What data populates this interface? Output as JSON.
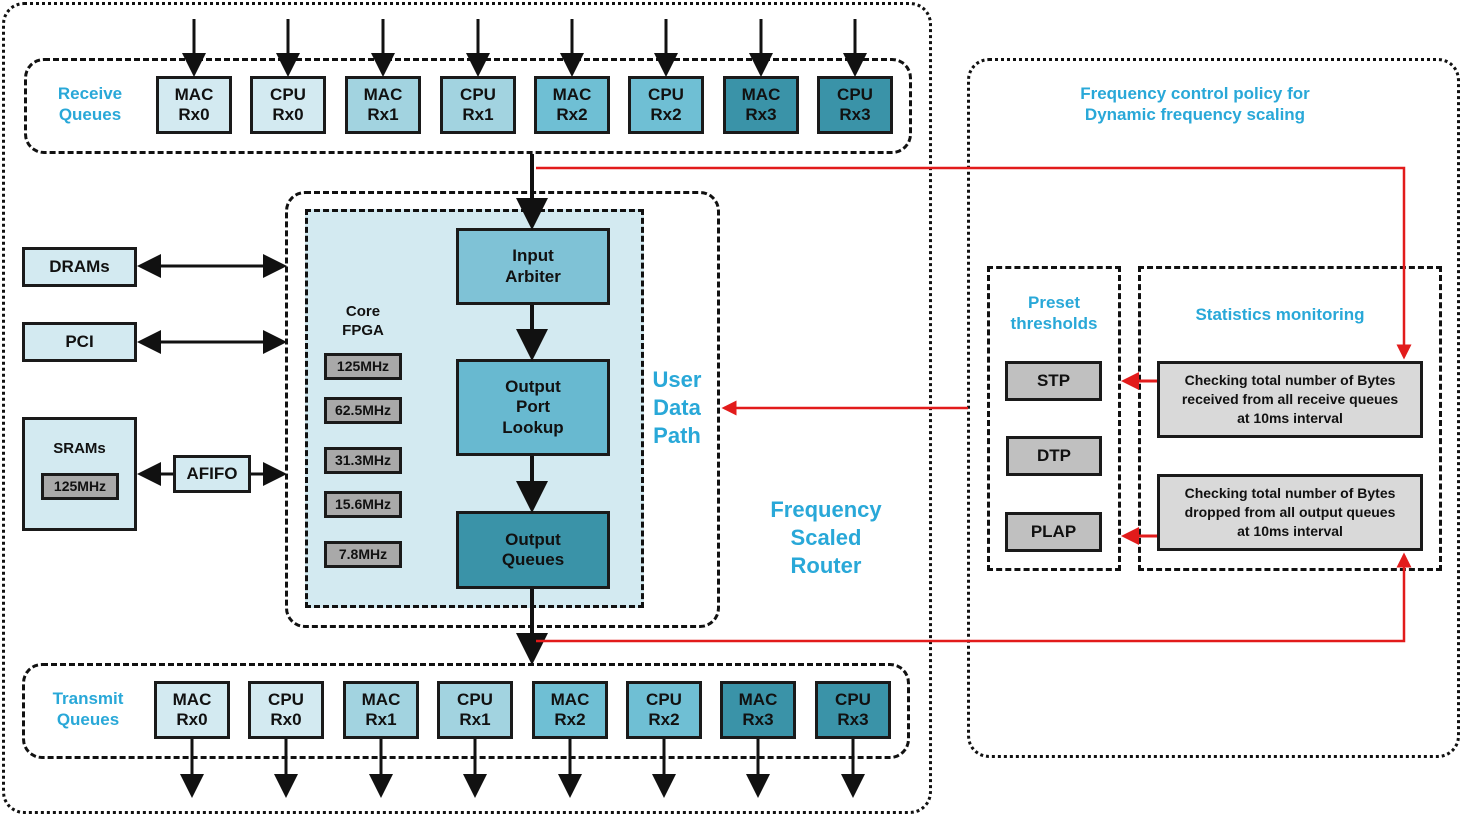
{
  "diagram_title": "Frequency Scaled Router",
  "colors": {
    "accent_label": "#29a8d8",
    "queue_shade_0": "#d3eaf1",
    "queue_shade_1": "#a2d3e0",
    "queue_shade_2": "#6fbfd4",
    "queue_shade_3": "#3a93a8",
    "core_fpga_fill": "#d3eaf1",
    "control_arrow": "#e21b1b",
    "threshold_fill": "#c0c0c0",
    "stat_fill": "#d9d9d9",
    "freq_fill": "#a9a9a9"
  },
  "receive_queues": {
    "label_line1": "Receive",
    "label_line2": "Queues",
    "items": [
      {
        "line1": "MAC",
        "line2": "Rx0"
      },
      {
        "line1": "CPU",
        "line2": "Rx0"
      },
      {
        "line1": "MAC",
        "line2": "Rx1"
      },
      {
        "line1": "CPU",
        "line2": "Rx1"
      },
      {
        "line1": "MAC",
        "line2": "Rx2"
      },
      {
        "line1": "CPU",
        "line2": "Rx2"
      },
      {
        "line1": "MAC",
        "line2": "Rx3"
      },
      {
        "line1": "CPU",
        "line2": "Rx3"
      }
    ]
  },
  "transmit_queues": {
    "label_line1": "Transmit",
    "label_line2": "Queues",
    "items": [
      {
        "line1": "MAC",
        "line2": "Rx0"
      },
      {
        "line1": "CPU",
        "line2": "Rx0"
      },
      {
        "line1": "MAC",
        "line2": "Rx1"
      },
      {
        "line1": "CPU",
        "line2": "Rx1"
      },
      {
        "line1": "MAC",
        "line2": "Rx2"
      },
      {
        "line1": "CPU",
        "line2": "Rx2"
      },
      {
        "line1": "MAC",
        "line2": "Rx3"
      },
      {
        "line1": "CPU",
        "line2": "Rx3"
      }
    ]
  },
  "peripherals": {
    "drams": "DRAMs",
    "pci": "PCI",
    "srams": "SRAMs",
    "srams_freq": "125MHz",
    "afifo": "AFIFO"
  },
  "core_fpga": {
    "label_line1": "Core",
    "label_line2": "FPGA",
    "frequencies": [
      "125MHz",
      "62.5MHz",
      "31.3MHz",
      "15.6MHz",
      "7.8MHz"
    ]
  },
  "pipeline": {
    "input_arbiter": {
      "line1": "Input",
      "line2": "Arbiter"
    },
    "output_port_lookup": {
      "line1": "Output",
      "line2": "Port",
      "line3": "Lookup"
    },
    "output_queues": {
      "line1": "Output",
      "line2": "Queues"
    }
  },
  "user_data_path": {
    "line1": "User",
    "line2": "Data",
    "line3": "Path"
  },
  "router_label": {
    "line1": "Frequency",
    "line2": "Scaled",
    "line3": "Router"
  },
  "control_policy": {
    "title_line1": "Frequency control policy for",
    "title_line2": "Dynamic frequency scaling",
    "preset": {
      "title_line1": "Preset",
      "title_line2": "thresholds",
      "items": [
        "STP",
        "DTP",
        "PLAP"
      ]
    },
    "statistics": {
      "title": "Statistics monitoring",
      "received_check": {
        "line1": "Checking total number of Bytes",
        "line2": "received from all receive queues",
        "line3": "at 10ms interval"
      },
      "dropped_check": {
        "line1": "Checking total number of Bytes",
        "line2": "dropped from all output queues",
        "line3": "at 10ms interval"
      }
    }
  }
}
